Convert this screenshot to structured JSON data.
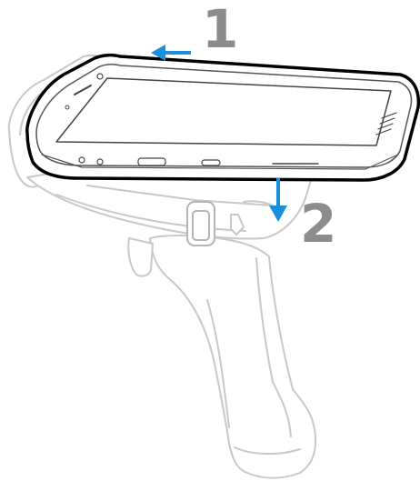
{
  "steps": [
    {
      "number": "1",
      "direction": "left",
      "description_visible": false
    },
    {
      "number": "2",
      "direction": "down",
      "description_visible": false
    }
  ],
  "colors": {
    "arrow": "#1a8fdd",
    "step_number": "#8c8c8c",
    "handle_outline": "#c8c8c8",
    "device_outline": "#000000",
    "screen": "#ffffff"
  },
  "icons": {
    "arrow_1": "arrow-left-icon",
    "arrow_2": "arrow-down-icon"
  }
}
